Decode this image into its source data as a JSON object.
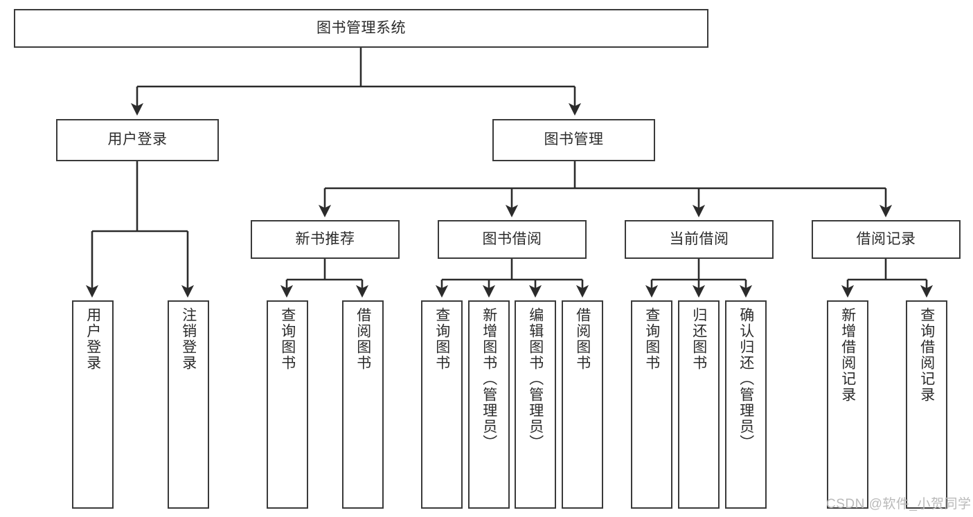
{
  "diagram": {
    "type": "hierarchy-tree",
    "title": "图书管理系统",
    "watermark": "CSDN @软件_小贺同学",
    "colors": {
      "box_border": "#3a3a3a",
      "box_fill": "#ffffff",
      "edge": "#2b2b2b",
      "text": "#2b2b2b",
      "watermark": "#b9b9b9",
      "background": "#ffffff"
    },
    "nodes": {
      "root": {
        "label": "图书管理系统"
      },
      "level2": [
        {
          "label": "用户登录"
        },
        {
          "label": "图书管理"
        }
      ],
      "level3": [
        {
          "label": "新书推荐"
        },
        {
          "label": "图书借阅"
        },
        {
          "label": "当前借阅"
        },
        {
          "label": "借阅记录"
        }
      ],
      "leaves": {
        "user_login": [
          {
            "label": "用户登录"
          },
          {
            "label": "注销登录"
          }
        ],
        "new_book": [
          {
            "label": "查询图书"
          },
          {
            "label": "借阅图书"
          }
        ],
        "book_borrow": [
          {
            "label": "查询图书"
          },
          {
            "label": "新增图书（管理员）"
          },
          {
            "label": "编辑图书（管理员）"
          },
          {
            "label": "借阅图书"
          }
        ],
        "current_borrow": [
          {
            "label": "查询图书"
          },
          {
            "label": "归还图书"
          },
          {
            "label": "确认归还（管理员）"
          }
        ],
        "borrow_record": [
          {
            "label": "新增借阅记录"
          },
          {
            "label": "查询借阅记录"
          }
        ]
      }
    }
  }
}
